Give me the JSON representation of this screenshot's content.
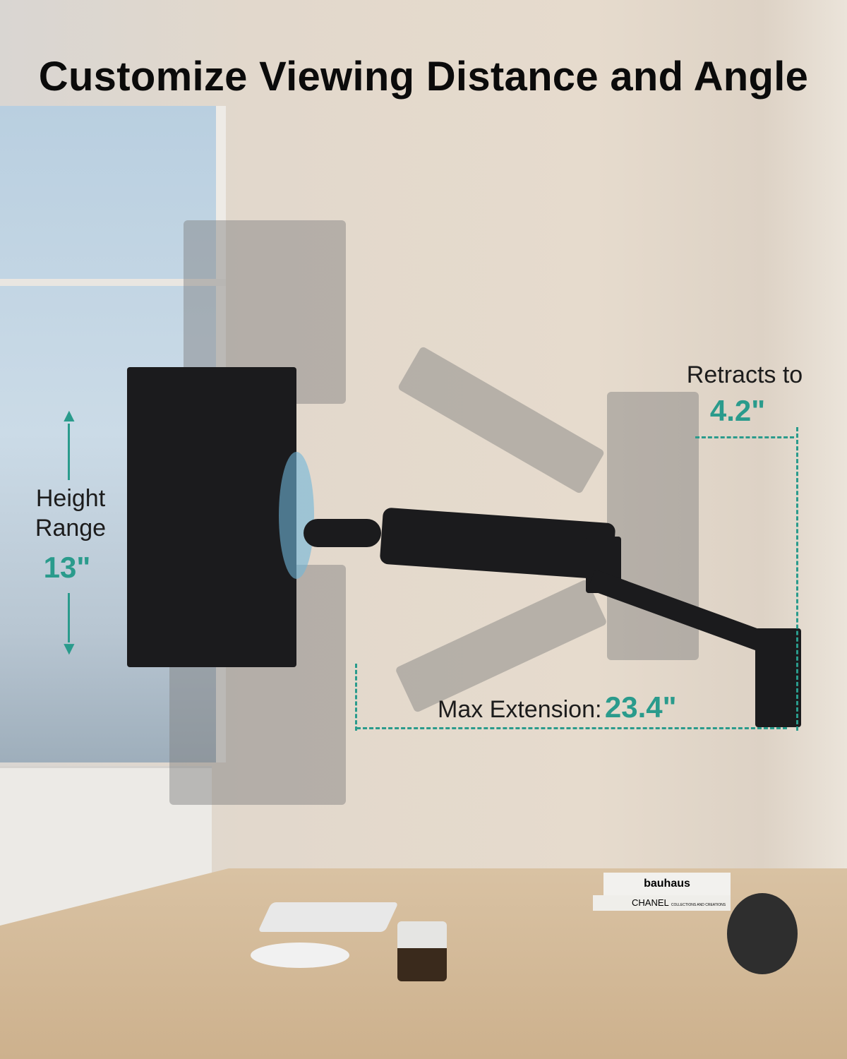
{
  "title": "Customize Viewing Distance and Angle",
  "height_range": {
    "label_line1": "Height",
    "label_line2": "Range",
    "value": "13\""
  },
  "retracts": {
    "label": "Retracts to",
    "value": "4.2\""
  },
  "max_extension": {
    "label": "Max Extension:",
    "value": "23.4\""
  },
  "books": {
    "top": "bauhaus",
    "bottom": "CHANEL",
    "bottom_sub": "COLLECTIONS AND CREATIONS"
  },
  "colors": {
    "accent": "#2a9b8c",
    "text": "#0b0b0b"
  }
}
